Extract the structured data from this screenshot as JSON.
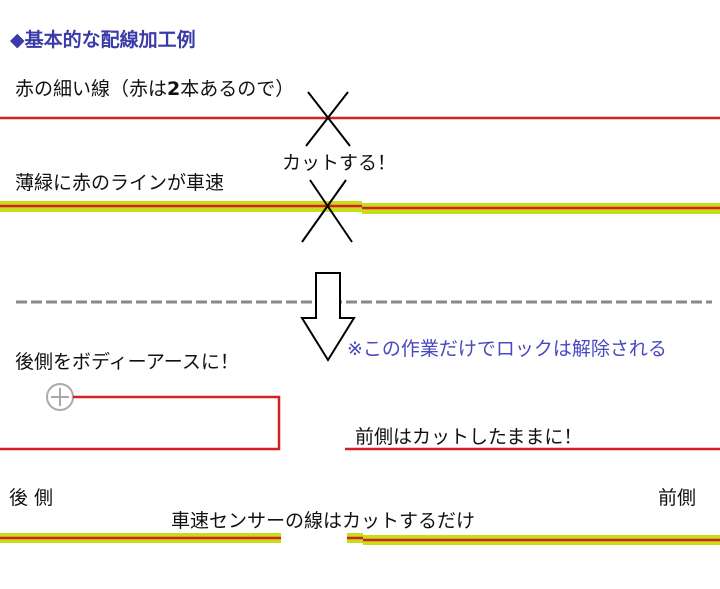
{
  "title": "◆基本的な配線加工例",
  "labels": {
    "thin_red": "赤の細い線（赤は",
    "thin_red_bold": "2",
    "thin_red_tail": "本あるので）",
    "cut": "カットする！",
    "green_red": "薄緑に赤のラインが車速",
    "rear_ground": "後側をボディーアースに！",
    "lock_note": "※この作業だけでロックは解除される",
    "front_keep": "前側はカットしたままに！",
    "rear": "後 側",
    "front": "前側",
    "speed_sensor": "車速センサーの線はカットするだけ"
  },
  "colors": {
    "title": "#3a3aa8",
    "note": "#4848c0",
    "red_wire": "#d42020",
    "green_wire": "#c6de1a",
    "dashed": "#8a8a8a",
    "cross": "#000000",
    "ground_symbol": "#aaaaaa"
  }
}
